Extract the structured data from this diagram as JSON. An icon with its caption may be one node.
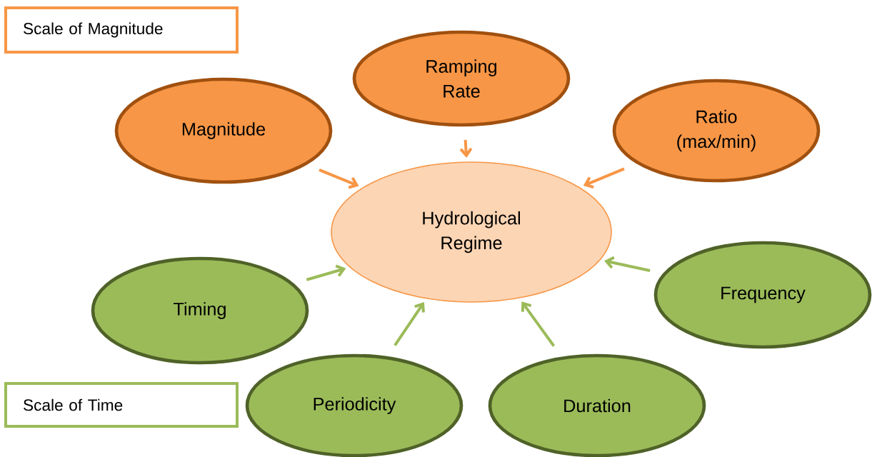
{
  "diagram": {
    "nodes": [
      {
        "text": [
          "Scale of Magnitude"
        ]
      },
      {
        "text": [
          "Ramping Rate"
        ]
      },
      {
        "text": [
          "Magnitude"
        ]
      },
      {
        "text": [
          "Ratio (max/min)"
        ]
      },
      {
        "text": [
          "Hydrological Regime"
        ]
      },
      {
        "text": [
          "Timing"
        ]
      },
      {
        "text": [
          "Frequency"
        ]
      },
      {
        "text": [
          "Periodicity"
        ]
      },
      {
        "text": [
          "Duration"
        ]
      },
      {
        "text": [
          "Scale of Time"
        ]
      }
    ],
    "edges": [
      {
        "from": 2,
        "to": 4,
        "arrow": "to",
        "color": "#f79646"
      },
      {
        "from": 1,
        "to": 4,
        "arrow": "to",
        "color": "#f79646"
      },
      {
        "from": 3,
        "to": 4,
        "arrow": "to",
        "color": "#f79646"
      },
      {
        "from": 5,
        "to": 4,
        "arrow": "to"
      },
      {
        "from": 6,
        "to": 4,
        "arrow": "to"
      },
      {
        "from": 7,
        "to": 4,
        "arrow": "to"
      },
      {
        "from": 8,
        "to": 4,
        "arrow": "to"
      }
    ]
  }
}
